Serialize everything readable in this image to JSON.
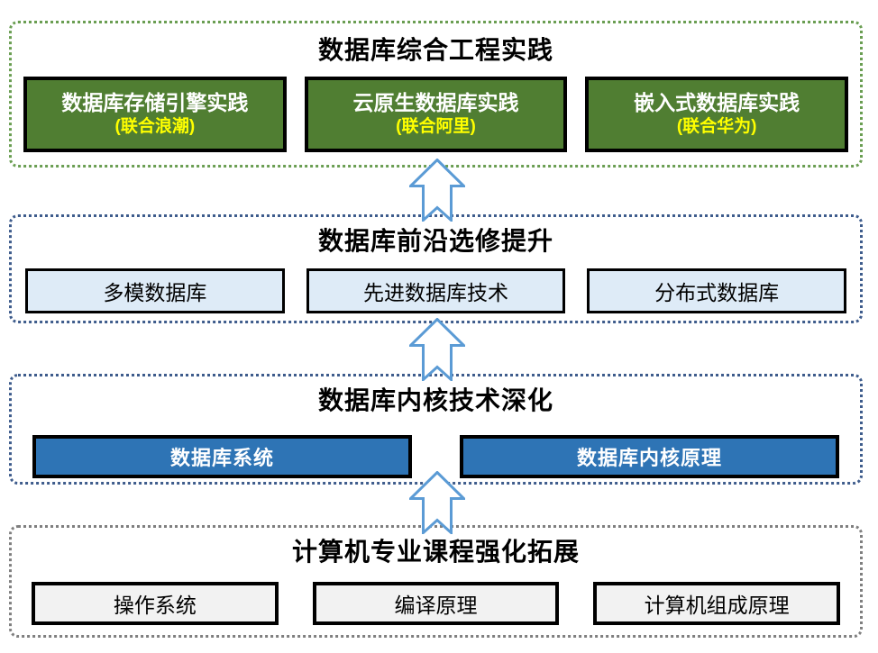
{
  "tiers": [
    {
      "id": "engineering-practice",
      "title": "数据库综合工程实践",
      "courses": [
        {
          "name": "数据库存储引擎实践",
          "partner": "(联合浪潮)"
        },
        {
          "name": "云原生数据库实践",
          "partner": "(联合阿里)"
        },
        {
          "name": "嵌入式数据库实践",
          "partner": "(联合华为)"
        }
      ]
    },
    {
      "id": "frontier-electives",
      "title": "数据库前沿选修提升",
      "courses": [
        {
          "name": "多模数据库"
        },
        {
          "name": "先进数据库技术"
        },
        {
          "name": "分布式数据库"
        }
      ]
    },
    {
      "id": "kernel-deepening",
      "title": "数据库内核技术深化",
      "courses": [
        {
          "name": "数据库系统"
        },
        {
          "name": "数据库内核原理"
        }
      ]
    },
    {
      "id": "cs-foundation",
      "title": "计算机专业课程强化拓展",
      "courses": [
        {
          "name": "操作系统"
        },
        {
          "name": "编译原理"
        },
        {
          "name": "计算机组成原理"
        }
      ]
    }
  ],
  "arrows": {
    "direction": "up",
    "count": 3
  },
  "colors": {
    "tier1_border": "#6A9E52",
    "tier1_box_fill": "#507E32",
    "tier1_box_text": "#FFFFFF",
    "tier1_partner_text": "#FFFF00",
    "tier2_tier3_border": "#3E5C8C",
    "tier2_box_fill": "#DEEBF7",
    "tier3_box_fill": "#2E74B5",
    "tier3_box_text": "#FFFFFF",
    "tier4_border": "#7F7F7F",
    "tier4_box_fill": "#F2F2F2",
    "box_border": "#000000",
    "title_text": "#000000",
    "arrow_stroke": "#5B9BD5",
    "arrow_fill": "#FFFFFF"
  }
}
